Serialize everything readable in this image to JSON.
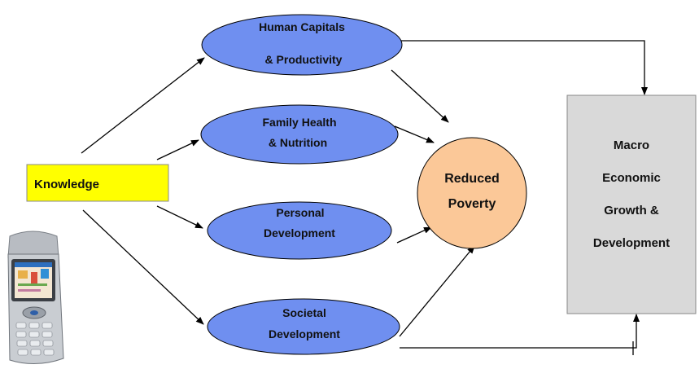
{
  "nodes": {
    "knowledge": {
      "label": "Knowledge"
    },
    "human_capitals": {
      "line1": "Human Capitals",
      "line2": "& Productivity"
    },
    "family_health": {
      "line1": "Family Health",
      "line2": "& Nutrition"
    },
    "personal_development": {
      "line1": "Personal",
      "line2": "Development"
    },
    "societal_development": {
      "line1": "Societal",
      "line2": "Development"
    },
    "reduced_poverty": {
      "line1": "Reduced",
      "line2": "Poverty"
    },
    "macro": {
      "line1": "Macro",
      "line2": "Economic",
      "line3": "Growth &",
      "line4": "Development"
    }
  },
  "colors": {
    "ellipse_fill": "#6f8ff0",
    "knowledge_fill": "#ffff00",
    "poverty_fill": "#fbc898",
    "macro_fill": "#d9d9d9",
    "stroke": "#000000"
  },
  "icons": {
    "phone": "mobile-phone-icon"
  }
}
